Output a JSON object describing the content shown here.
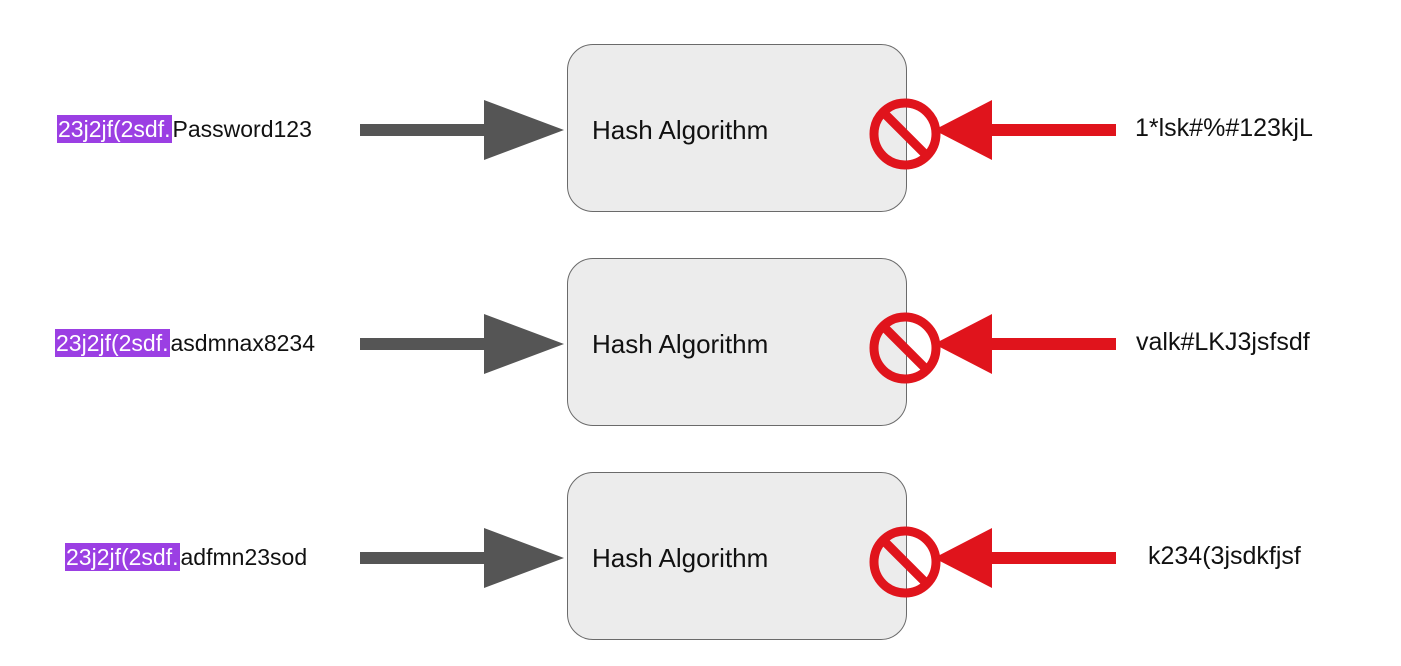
{
  "salt": "23j2jf(2sdf.",
  "colors": {
    "salt_highlight": "#9b3fe3",
    "input_arrow": "#555555",
    "reverse_arrow": "#e0141c",
    "box_fill": "#ececec"
  },
  "rows": [
    {
      "password": "Password123",
      "box_label": "Hash Algorithm",
      "hash": "1*lsk#%#123kjL"
    },
    {
      "password": "asdmnax8234",
      "box_label": "Hash Algorithm",
      "hash": "valk#LKJ3jsfsdf"
    },
    {
      "password": "adfmn23sod",
      "box_label": "Hash Algorithm",
      "hash": "k234(3jsdkfjsf"
    }
  ],
  "icons": {
    "blocked": "no-entry-icon"
  }
}
